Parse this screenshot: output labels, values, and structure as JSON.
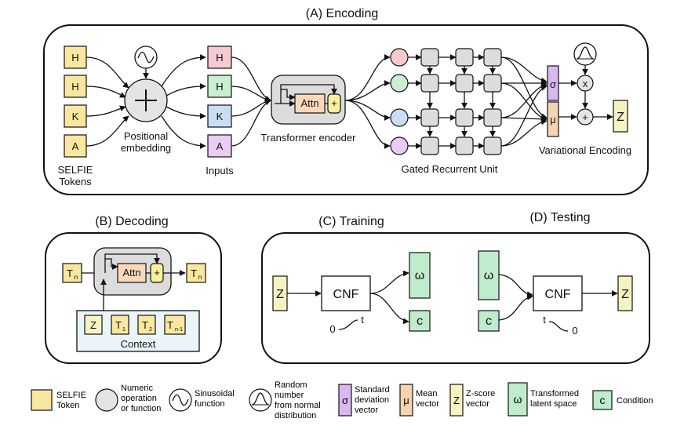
{
  "titles": {
    "encoding": "(A) Encoding",
    "decoding": "(B) Decoding",
    "training": "(C) Training",
    "testing": "(D) Testing"
  },
  "encoding": {
    "tokens": [
      "H",
      "H",
      "K",
      "A"
    ],
    "inputs": [
      "H",
      "H",
      "K",
      "A"
    ],
    "attn": "Attn",
    "plus": "+",
    "times": "x",
    "sigma": "σ",
    "mu": "μ",
    "z": "Z",
    "selfie_label_1": "SELFIE",
    "selfie_label_2": "Tokens",
    "pos_label_1": "Positional",
    "pos_label_2": "embedding",
    "inputs_label": "Inputs",
    "transformer_label": "Transformer encoder",
    "gru_label": "Gated Recurrent Unit",
    "var_label": "Variational Encoding"
  },
  "decoding": {
    "t_in": "T",
    "t_in_sub": "n",
    "t_out": "T",
    "t_out_sub": "n",
    "attn": "Attn",
    "plus": "+",
    "context_items": [
      {
        "main": "Z",
        "sub": ""
      },
      {
        "main": "T",
        "sub": "1"
      },
      {
        "main": "T",
        "sub": "2"
      },
      {
        "main": "T",
        "sub": "n-1"
      }
    ],
    "context_label": "Context"
  },
  "training": {
    "z": "Z",
    "cnf": "CNF",
    "omega": "ω",
    "c": "c",
    "t_start": "0",
    "t_end": "t"
  },
  "testing": {
    "omega": "ω",
    "c": "c",
    "cnf": "CNF",
    "z": "Z",
    "t_start": "t",
    "t_end": "0"
  },
  "legend": {
    "selfie_1": "SELFIE",
    "selfie_2": "Token",
    "numeric_1": "Numeric",
    "numeric_2": "operation",
    "numeric_3": "or function",
    "sinusoidal_1": "Sinusoidal",
    "sinusoidal_2": "function",
    "random_1": "Random",
    "random_2": "number",
    "random_3": "from normal",
    "random_4": "distribution",
    "sigma_sym": "σ",
    "sigma_1": "Standard",
    "sigma_2": "deviation",
    "sigma_3": "vector",
    "mu_sym": "μ",
    "mu_1": "Mean",
    "mu_2": "vector",
    "z_sym": "Z",
    "z_1": "Z-score",
    "z_2": "vector",
    "omega_sym": "ω",
    "omega_1": "Transformed",
    "omega_2": "latent space",
    "c_sym": "c",
    "c_1": "Condition"
  },
  "colors": {
    "token_yellow": "#f9e79f",
    "h_pink": "#f7c9d1",
    "h_green": "#c9efd0",
    "k_blue": "#c9def5",
    "a_purple": "#e9cdf2",
    "sigma_purple": "#d9b8ef",
    "mu_orange": "#f6d3b3",
    "z_yellow": "#f6f3c2",
    "omega_green": "#bfeccb",
    "grey_box": "#dcdcdc",
    "grey_circle": "#e4e4e4",
    "attn_orange": "#fbd8b9",
    "plus_yellow": "#f9ef9d"
  }
}
